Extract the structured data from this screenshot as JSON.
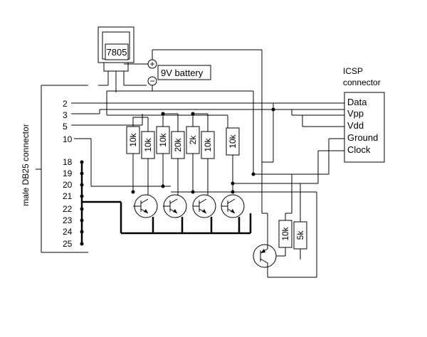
{
  "regulator": {
    "label": "7805"
  },
  "battery": {
    "label": "9V battery",
    "plus": "+",
    "minus": "−"
  },
  "icsp": {
    "title_line1": "ICSP",
    "title_line2": "connector",
    "pins": [
      "Data",
      "Vpp",
      "Vdd",
      "Ground",
      "Clock"
    ]
  },
  "db25": {
    "label": "male DB25 connector",
    "upper_pins": [
      "2",
      "3",
      "5",
      "10"
    ],
    "lower_pins": [
      "18",
      "19",
      "20",
      "21",
      "22",
      "23",
      "24",
      "25"
    ]
  },
  "resistors": [
    "10k",
    "10k",
    "10k",
    "20k",
    "2k",
    "10k",
    "10k",
    "10k",
    "5k"
  ]
}
